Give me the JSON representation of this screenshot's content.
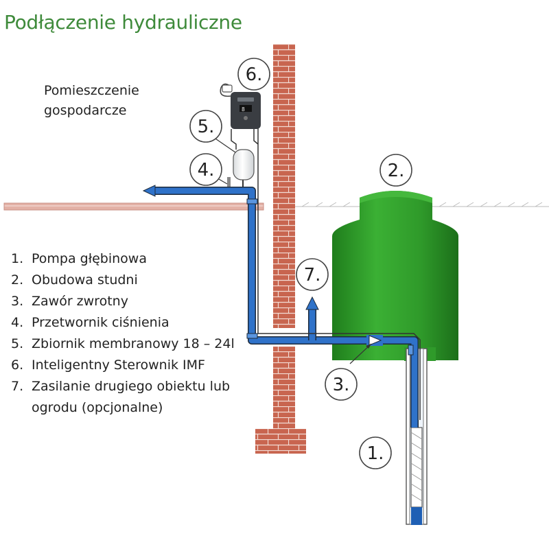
{
  "title": "Podłączenie hydrauliczne",
  "room_label": [
    "Pomieszczenie",
    "gospodarcze"
  ],
  "legend": [
    {
      "num": "1.",
      "text": "Pompa głębinowa"
    },
    {
      "num": "2.",
      "text": "Obudowa studni"
    },
    {
      "num": "3.",
      "text": "Zawór zwrotny"
    },
    {
      "num": "4.",
      "text": "Przetwornik ciśnienia"
    },
    {
      "num": "5.",
      "text": "Zbiornik membranowy 18 – 24l"
    },
    {
      "num": "6.",
      "text": "Inteligentny Sterownik IMF"
    },
    {
      "num": "7.",
      "text": "Zasilanie drugiego obiektu lub ogrodu (opcjonalne)"
    }
  ],
  "callouts": {
    "c1": "1.",
    "c2": "2.",
    "c3": "3.",
    "c4": "4.",
    "c5": "5.",
    "c6": "6.",
    "c7": "7."
  },
  "colors": {
    "title_green": "#3e8a3a",
    "pipe_blue": "#2f72c9",
    "brick": "#c8654f",
    "tank_green": "#2f9a2a",
    "controller": "#3a3d42"
  }
}
